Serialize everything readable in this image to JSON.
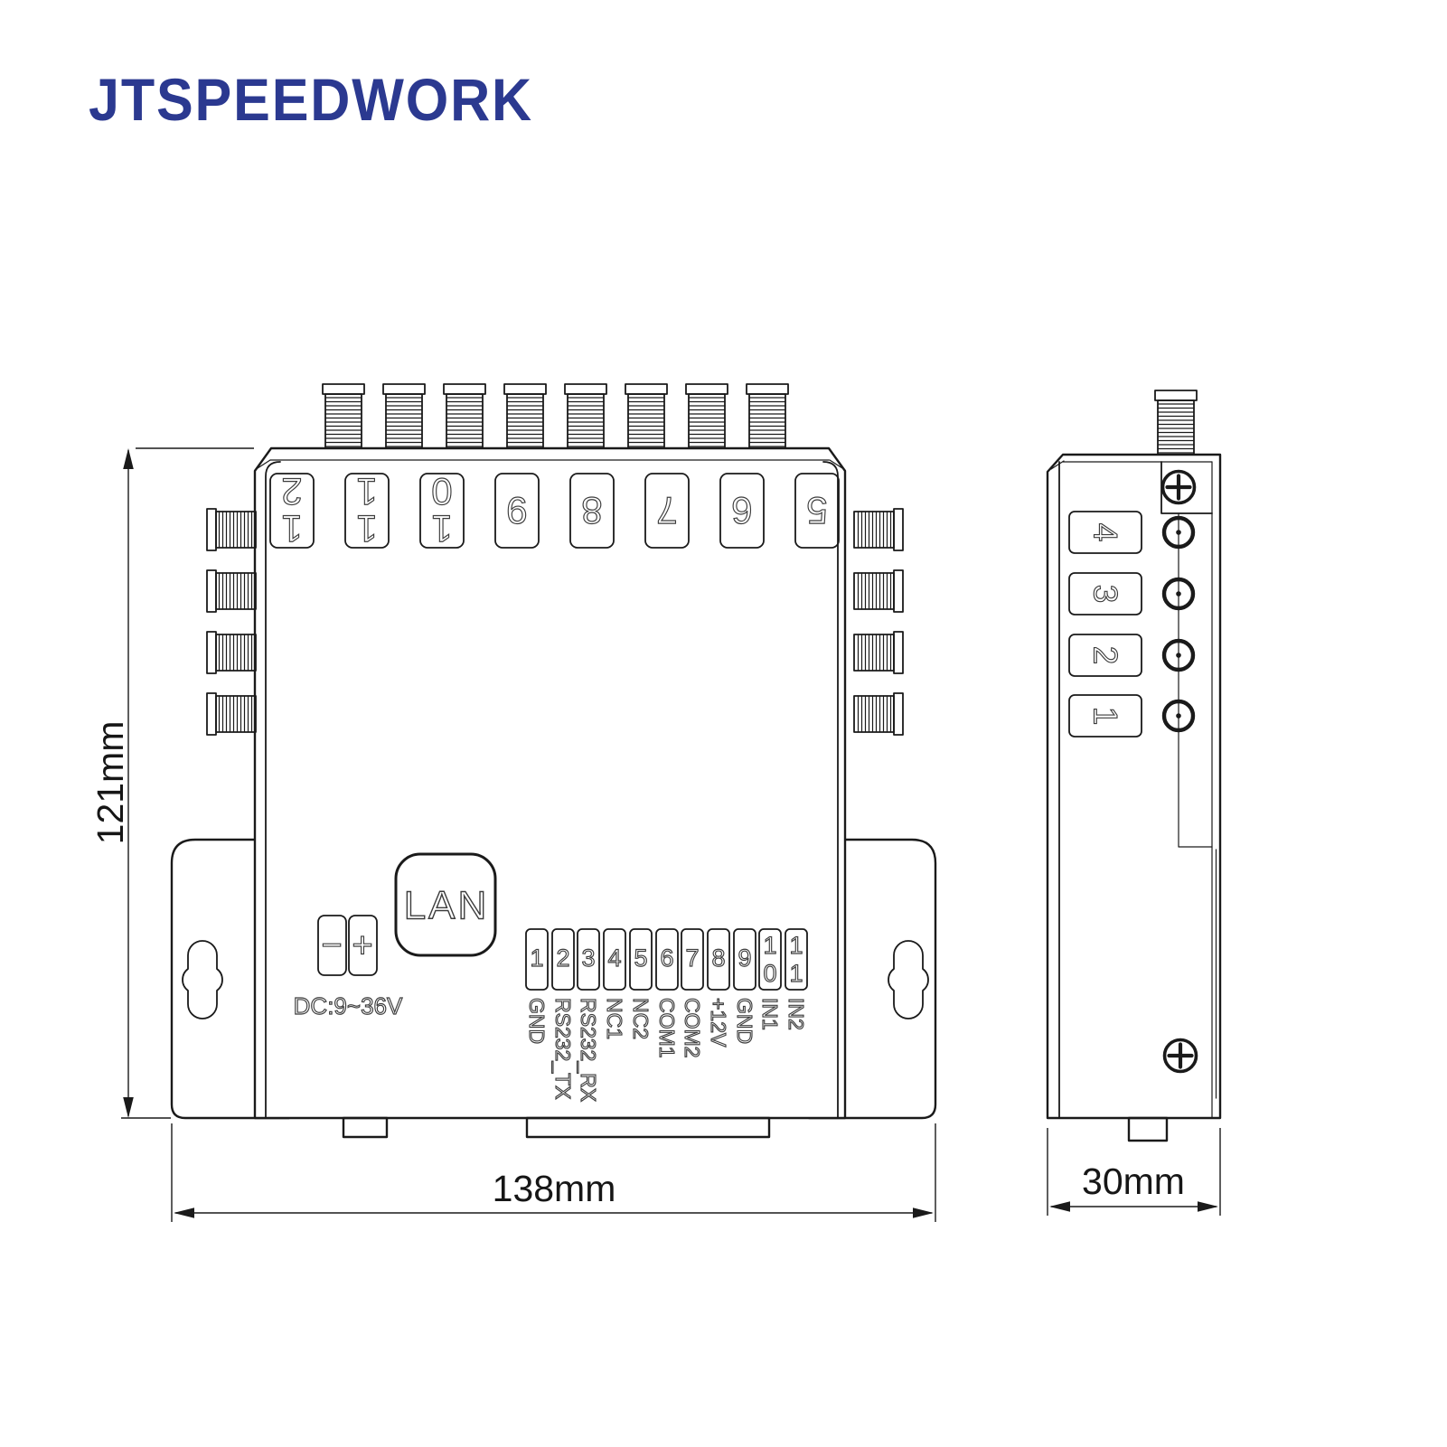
{
  "brand": {
    "name": "JTSPEEDWORK"
  },
  "colors": {
    "brand_blue": "#2B3990",
    "line": "#1a1a1a"
  },
  "front_view": {
    "port_plates": [
      {
        "label": "12",
        "digits": [
          "1",
          "2"
        ]
      },
      {
        "label": "11",
        "digits": [
          "1",
          "1"
        ]
      },
      {
        "label": "10",
        "digits": [
          "1",
          "0"
        ]
      },
      {
        "label": "9",
        "digits": [
          "9"
        ]
      },
      {
        "label": "8",
        "digits": [
          "8"
        ]
      },
      {
        "label": "7",
        "digits": [
          "7"
        ]
      },
      {
        "label": "6",
        "digits": [
          "6"
        ]
      },
      {
        "label": "5",
        "digits": [
          "5"
        ]
      }
    ],
    "lan": "LAN",
    "power": {
      "minus": "−",
      "plus": "+",
      "label": "DC:9~36V"
    },
    "terminal_pins": [
      {
        "number": "1",
        "label": "GND"
      },
      {
        "number": "2",
        "label": "RS232_TX"
      },
      {
        "number": "3",
        "label": "RS232_RX"
      },
      {
        "number": "4",
        "label": "NC1"
      },
      {
        "number": "5",
        "label": "NC2"
      },
      {
        "number": "6",
        "label": "COM1"
      },
      {
        "number": "7",
        "label": "COM2"
      },
      {
        "number": "8",
        "label": "+12V"
      },
      {
        "number": "9",
        "label": "GND"
      },
      {
        "number": "10",
        "digits": [
          "1",
          "0"
        ],
        "label": "IN1"
      },
      {
        "number": "11",
        "digits": [
          "1",
          "1"
        ],
        "label": "IN2"
      }
    ]
  },
  "side_view": {
    "port_plates": [
      {
        "label": "4"
      },
      {
        "label": "3"
      },
      {
        "label": "2"
      },
      {
        "label": "1"
      }
    ]
  },
  "dimensions": {
    "height": "121mm",
    "width": "138mm",
    "depth": "30mm"
  }
}
